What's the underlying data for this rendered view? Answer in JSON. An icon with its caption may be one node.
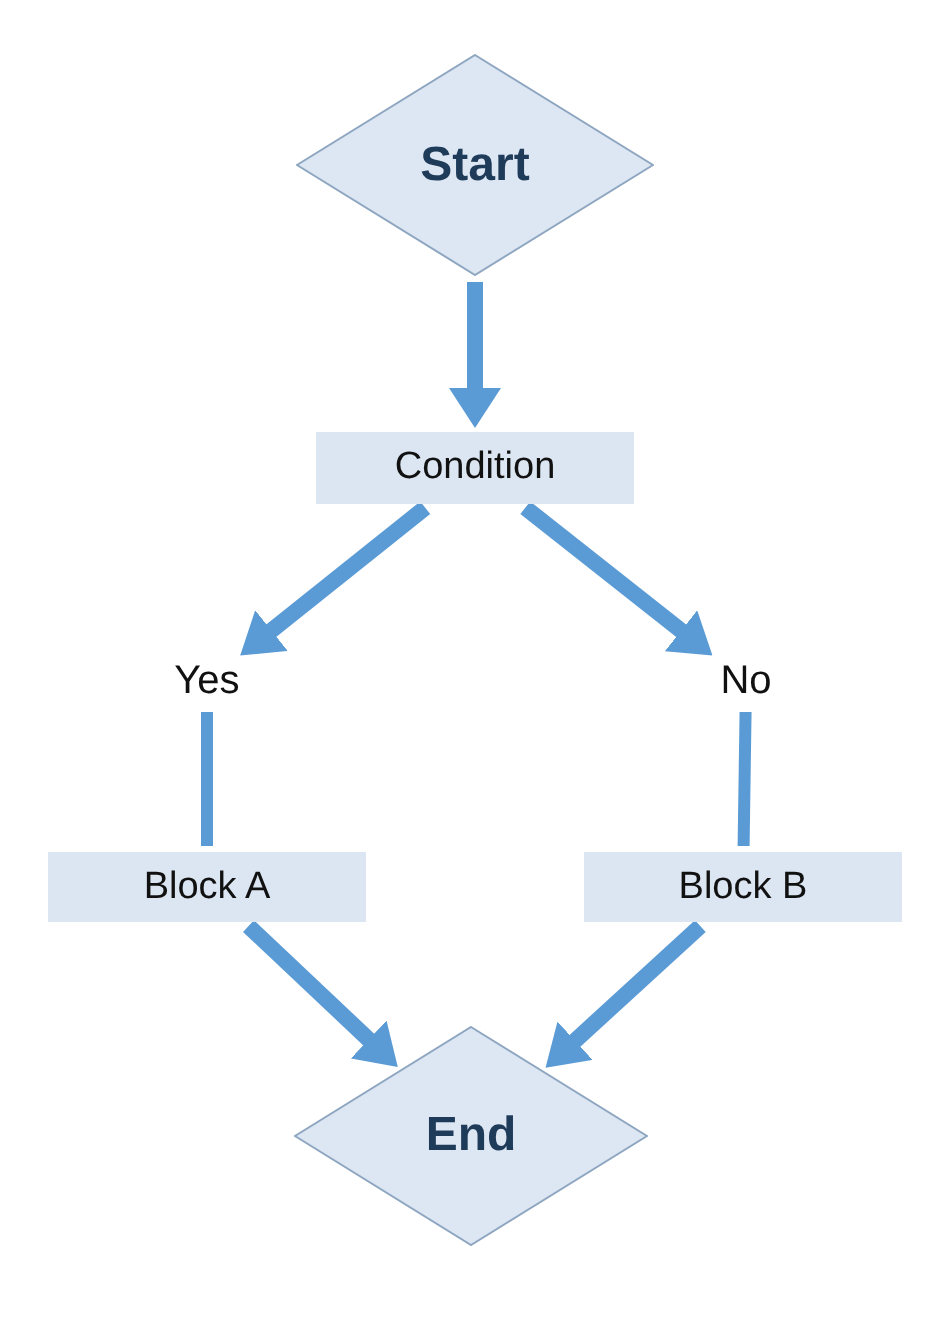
{
  "diagram": {
    "nodes": [
      {
        "text": [
          "Start"
        ]
      },
      {
        "text": [
          "Condition"
        ]
      },
      {
        "text": [
          "Yes"
        ]
      },
      {
        "text": [
          "No"
        ]
      },
      {
        "text": [
          "Block A"
        ]
      },
      {
        "text": [
          "Block B"
        ]
      },
      {
        "text": [
          "End"
        ]
      }
    ],
    "edges": [
      {
        "from": 0,
        "to": 1,
        "arrow": "to"
      },
      {
        "from": 1,
        "to": 2,
        "arrow": "to"
      },
      {
        "from": 1,
        "to": 3,
        "arrow": "to"
      },
      {
        "from": 2,
        "to": 4,
        "arrow": "none"
      },
      {
        "from": 3,
        "to": 5,
        "arrow": "none"
      },
      {
        "from": 4,
        "to": 6,
        "arrow": "to"
      },
      {
        "from": 5,
        "to": 6,
        "arrow": "to"
      }
    ]
  }
}
